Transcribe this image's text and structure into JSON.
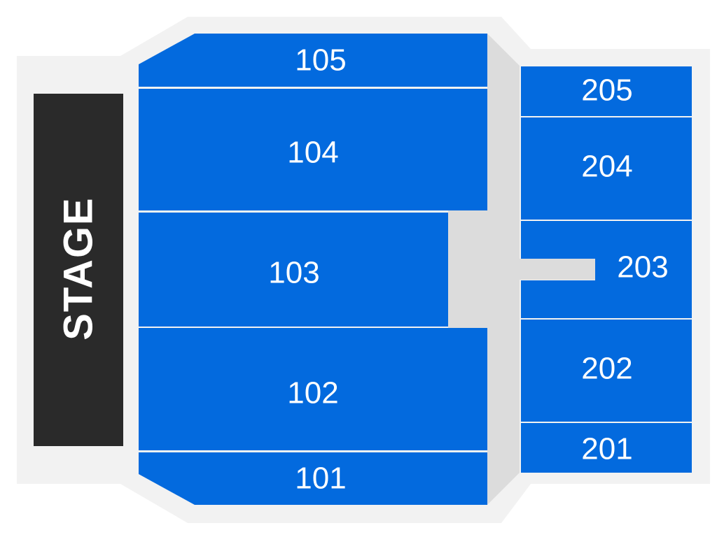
{
  "stage": {
    "label": "STAGE"
  },
  "sections": {
    "s101": "101",
    "s102": "102",
    "s103": "103",
    "s104": "104",
    "s105": "105",
    "s201": "201",
    "s202": "202",
    "s203": "203",
    "s204": "204",
    "s205": "205"
  },
  "colors": {
    "section": "#036ADE",
    "stage": "#2A2A2A",
    "floor": "#F2F2F2",
    "aisle": "#DCDCDC",
    "divider": "#FFFFFF"
  }
}
